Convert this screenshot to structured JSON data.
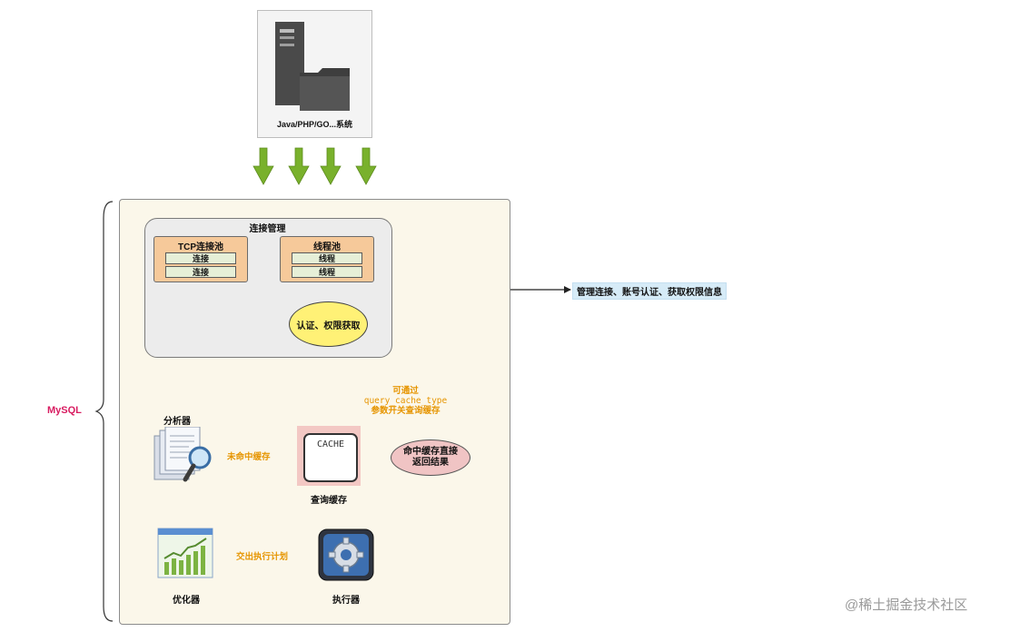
{
  "system": {
    "label": "Java/PHP/GO...系统"
  },
  "mysql": {
    "label": "MySQL"
  },
  "connection_manager": {
    "title": "连接管理",
    "tcp_pool": {
      "title": "TCP连接池",
      "slots": [
        "连接",
        "连接"
      ]
    },
    "thread_pool": {
      "title": "线程池",
      "slots": [
        "线程",
        "线程"
      ]
    },
    "auth": "认证、权限获取",
    "note": "管理连接、账号认证、获取权限信息"
  },
  "query_cache": {
    "icon_text": "CACHE",
    "label": "查询缓存",
    "callout_lines": [
      "可通过",
      "query_cache_type",
      "参数开关查询缓存"
    ],
    "hit": [
      "命中缓存直接",
      "返回结果"
    ],
    "miss": "未命中缓存"
  },
  "analyzer": {
    "label": "分析器"
  },
  "optimizer": {
    "label": "优化器",
    "handoff": "交出执行计划"
  },
  "executor": {
    "label": "执行器"
  },
  "watermark": "@稀土掘金技术社区",
  "colors": {
    "arrow_green": "#79b12c",
    "frame_bg": "#fbf7ea",
    "pool_orange": "#f6c99a",
    "auth_yellow": "#fff176",
    "cache_pink": "#f3c8c4",
    "note_blue": "#d6ebf7",
    "mysql_magenta": "#d81b60",
    "callout_orange": "#e69500"
  },
  "icons": [
    "server-icon",
    "folder-icon",
    "document-magnifier-icon",
    "chart-icon",
    "gear-icon"
  ]
}
